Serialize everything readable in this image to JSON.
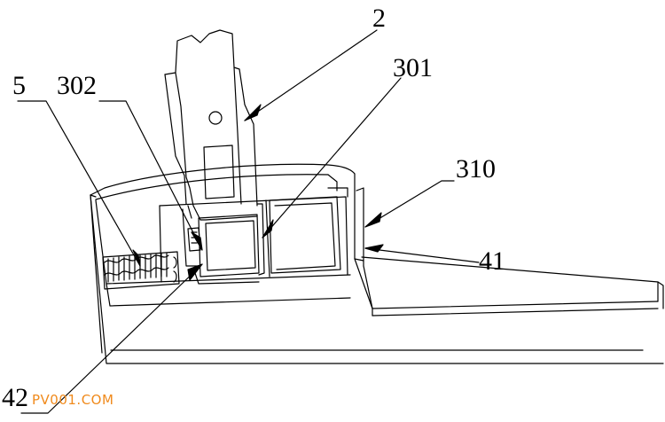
{
  "labels": {
    "part_2": "2",
    "part_301": "301",
    "part_302": "302",
    "part_5": "5",
    "part_310": "310",
    "part_41": "41",
    "part_42": "42"
  },
  "watermark": "PV001.COM",
  "colors": {
    "line": "#000000",
    "background": "#ffffff",
    "watermark": "#f08a1c"
  }
}
